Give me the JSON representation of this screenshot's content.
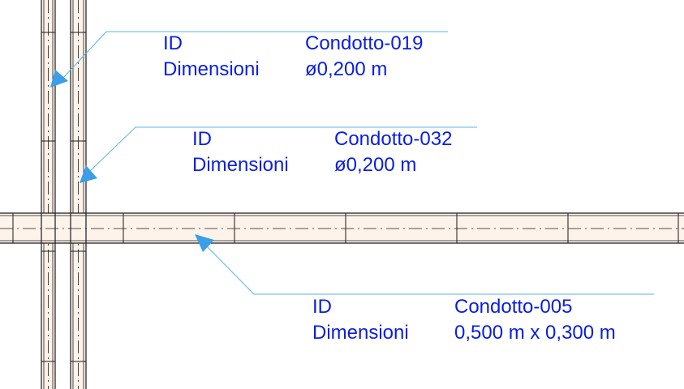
{
  "colors": {
    "background": "#ffffff",
    "duct_fill": "#fdf3ea",
    "duct_line": "#1a1a1a",
    "leader": "#5ab4e8",
    "arrowhead": "#3b9ee6",
    "label_text": "#0a1ee0"
  },
  "labels": [
    {
      "id_key": "ID",
      "id_value": "Condotto-019",
      "dim_key": "Dimensioni",
      "dim_value": "ø0,200 m"
    },
    {
      "id_key": "ID",
      "id_value": "Condotto-032",
      "dim_key": "Dimensioni",
      "dim_value": "ø0,200 m"
    },
    {
      "id_key": "ID",
      "id_value": "Condotto-005",
      "dim_key": "Dimensioni",
      "dim_value": "0,500 m x 0,300 m"
    }
  ]
}
